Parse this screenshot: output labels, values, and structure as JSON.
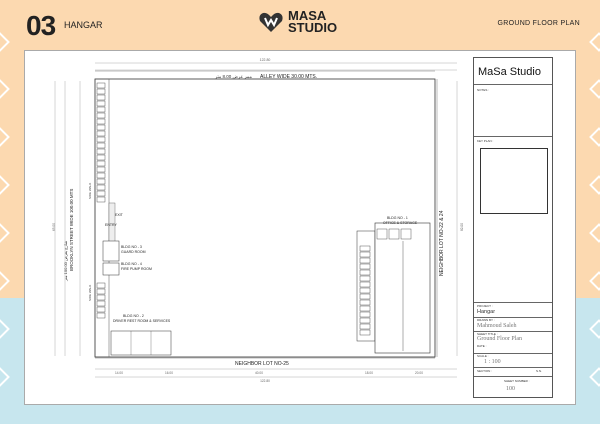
{
  "header": {
    "sheet_number": "03",
    "sheet_title": "HANGAR",
    "logo": "MASA STUDIO",
    "drawing_name": "GROUND FLOOR PLAN"
  },
  "plan": {
    "top_street": "ALLEY  WIDE 30.00 MTS.",
    "top_street_arabic": "ممر  عرض  8.00 متر",
    "left_street": "BROOKLYN STREET  WIDE 100.00 MTS",
    "left_street_arabic": "شارع بعرض 100.00 متر",
    "bottom_neighbor": "NEIGHBOR LOT NO-25",
    "right_neighbor": "NEIGHBOR LOT NO-22 & 24",
    "side_walk": "SIDE WALK",
    "blocks": [
      {
        "label": "BLDG NO - 1",
        "sub": "OFFICE & STORAGE"
      },
      {
        "label": "BLDG NO - 3",
        "sub": "GUARD ROOM"
      },
      {
        "label": "BLDG NO - 4",
        "sub": "FIRE PUMP ROOM"
      },
      {
        "label": "BLDG NO - 2",
        "sub": "DRIVER REST ROOM & SERVICES"
      }
    ],
    "exit": "EXIT",
    "entry": "ENTRY",
    "dims": {
      "top": "122.80",
      "bottom": "122.80",
      "left": "65.00",
      "right": "82.00",
      "s1": "14.00",
      "s2": "16.00",
      "s3": "40.00",
      "s4": "18.00",
      "s5": "20.00"
    }
  },
  "title_block": {
    "studio": "MaSa Studio",
    "notes_label": "NOTES :",
    "key_plan_label": "KEY PLAN :",
    "project_label": "PROJECT :",
    "project": "Hangar",
    "drawn_by_label": "DRAWN BY :",
    "drawn_by": "Mahmoud Saleh",
    "sheet_title_label": "SHEET TITLE :",
    "sheet_title": "Ground Floor Plan",
    "date_label": "DATE :",
    "scale_label": "SCALE :",
    "scale": "1 : 100",
    "section_label": "SECTION :",
    "section_no_label": "S.N.",
    "sheet_number_label": "SHEET NUMBER :",
    "sheet_number": "100"
  }
}
